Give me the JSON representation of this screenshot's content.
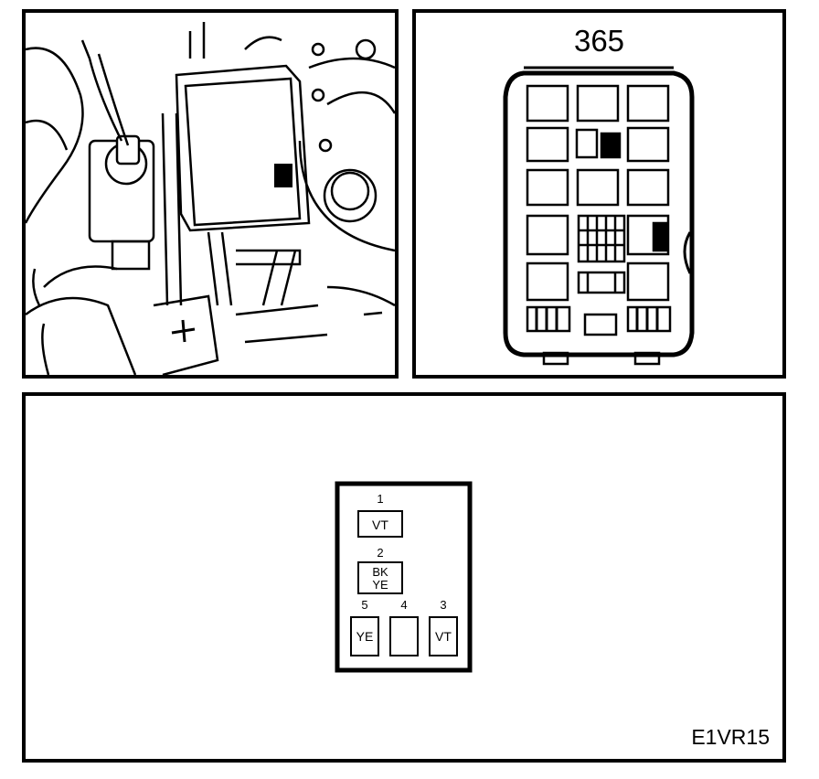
{
  "fusebox": {
    "number": "365"
  },
  "connector": {
    "pins": [
      {
        "number": "1",
        "wire": [
          "VT"
        ]
      },
      {
        "number": "2",
        "wire": [
          "BK",
          "YE"
        ]
      },
      {
        "number": "5",
        "wire": [
          "YE"
        ]
      },
      {
        "number": "4",
        "wire": []
      },
      {
        "number": "3",
        "wire": [
          "VT"
        ]
      }
    ]
  },
  "figure_id": "E1VR15"
}
